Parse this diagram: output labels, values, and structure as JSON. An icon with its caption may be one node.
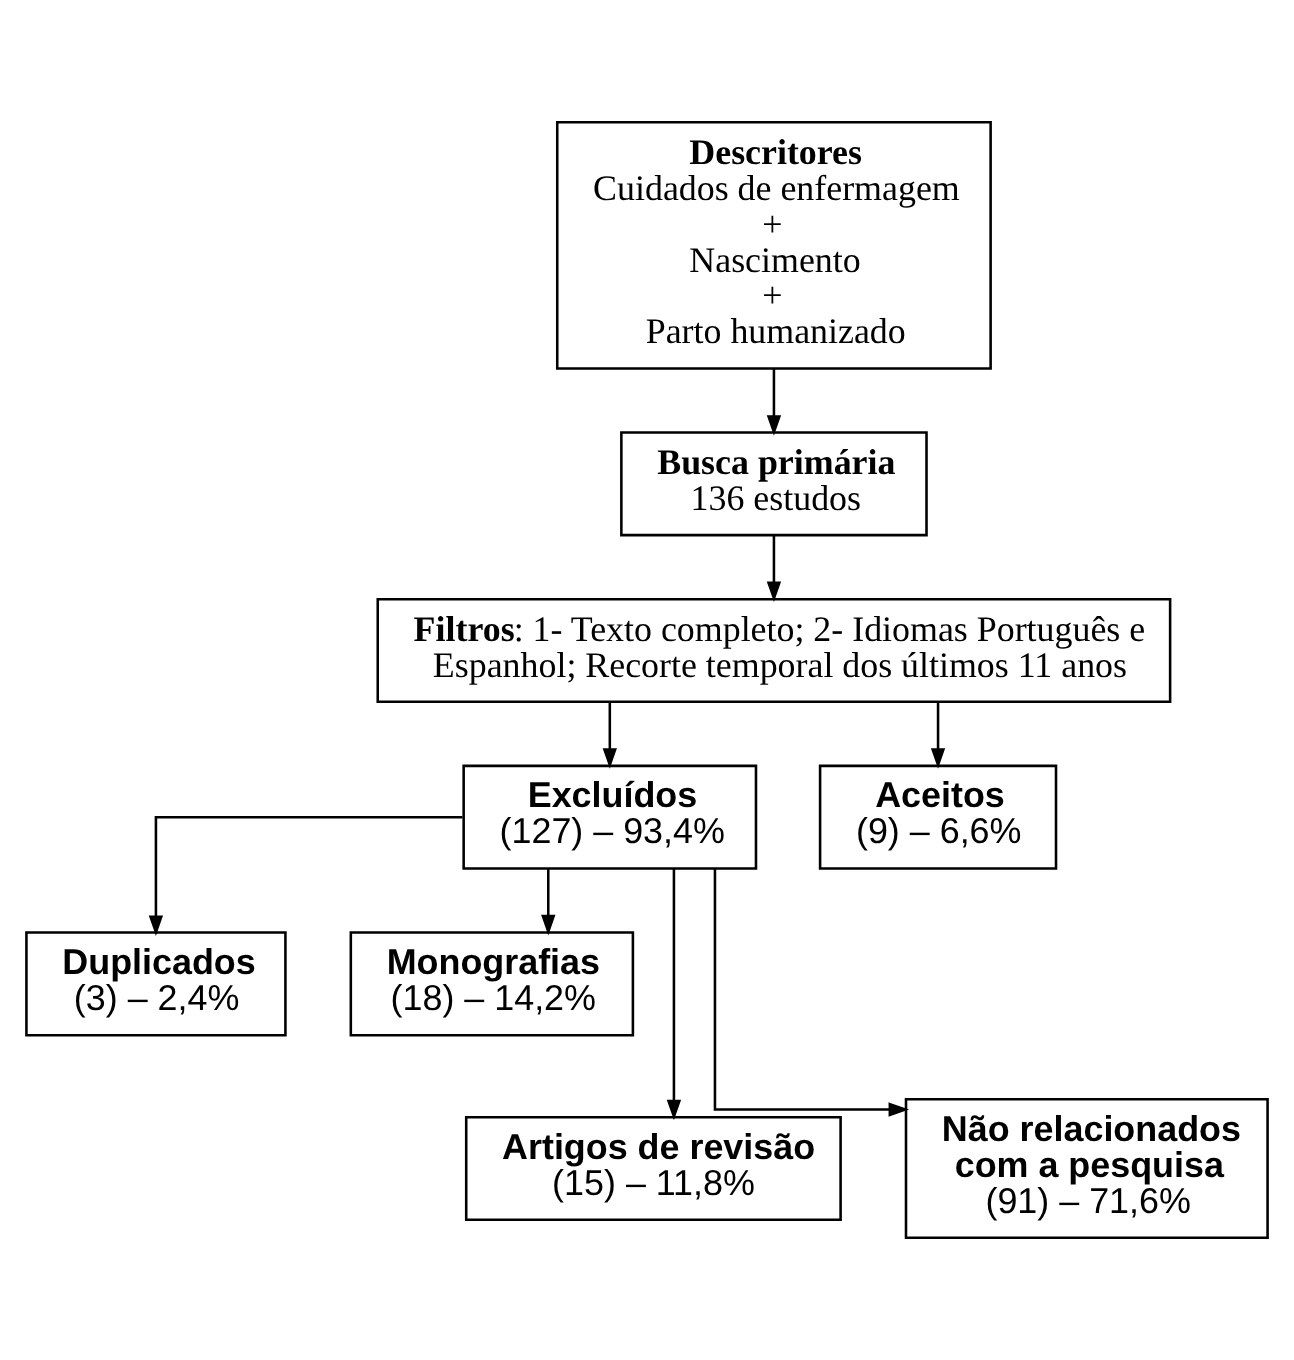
{
  "diagram": {
    "nodes": [
      {
        "text": [
          "Descritores",
          "Cuidados de enfermagem + Nascimento + Parto humanizado"
        ]
      },
      {
        "text": [
          "Busca primária",
          "136 estudos"
        ]
      },
      {
        "text": [
          "**Filtros**: 1- Texto completo; 2- Idiomas Português e Espanhol; Recorte temporal dos últimos 11 anos"
        ]
      },
      {
        "text": [
          "Excluídos",
          "(127) – 93,4%"
        ]
      },
      {
        "text": [
          "Aceitos",
          "(9) – 6,6%"
        ]
      },
      {
        "text": [
          "Duplicados",
          "(3) – 2,4%"
        ]
      },
      {
        "text": [
          "Monografias",
          "(18) – 14,2%"
        ]
      },
      {
        "text": [
          "Artigos de revisão",
          "(15) – 11,8%"
        ]
      },
      {
        "text": [
          "Não relacionados com a pesquisa",
          "(91) – 71,6%"
        ]
      }
    ],
    "edges": [
      {
        "from": 0,
        "to": 1,
        "arrow": "to"
      },
      {
        "from": 1,
        "to": 2,
        "arrow": "to"
      },
      {
        "from": 2,
        "to": 3,
        "arrow": "to"
      },
      {
        "from": 2,
        "to": 4,
        "arrow": "to"
      },
      {
        "from": 3,
        "to": 5,
        "arrow": "to"
      },
      {
        "from": 3,
        "to": 6,
        "arrow": "to"
      },
      {
        "from": 3,
        "to": 7,
        "arrow": "to"
      },
      {
        "from": 3,
        "to": 8,
        "arrow": "to"
      }
    ]
  }
}
